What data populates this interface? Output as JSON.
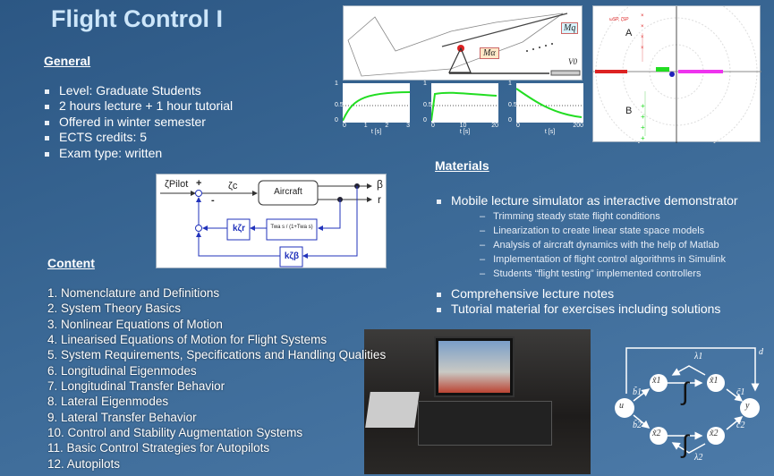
{
  "title": "Flight Control I",
  "general": {
    "heading": "General",
    "items": [
      "Level: Graduate Students",
      "2 hours lecture + 1 hour tutorial",
      "Offered in winter semester",
      "ECTS credits: 5",
      "Exam type: written"
    ]
  },
  "block_diagram": {
    "input": "ζPilot",
    "plus": "+",
    "minus": "-",
    "command": "ζc",
    "plant": "Aircraft",
    "out1": "β",
    "out2": "r",
    "washout": "Twa s / (1+Twa s)",
    "gain_r": "kζr",
    "gain_beta": "kζβ"
  },
  "content": {
    "heading": "Content",
    "items": [
      "1.  Nomenclature and Definitions",
      "2.  System Theory Basics",
      "3.  Nonlinear Equations of Motion",
      "4.  Linearised Equations of Motion for Flight Systems",
      "5.  System Requirements, Specifications and Handling Qualities",
      "6.  Longitudinal Eigenmodes",
      "7.  Longitudinal Transfer Behavior",
      "8.  Lateral Eigenmodes",
      "9.  Lateral Transfer Behavior",
      "10. Control and Stability Augmentation Systems",
      "11. Basic Control Strategies for Autopilots",
      "12. Autopilots"
    ]
  },
  "materials": {
    "heading": "Materials",
    "bullet1": "Mobile lecture simulator as interactive demonstrator",
    "sub": [
      "Trimming steady state flight conditions",
      "Linearization to create linear state space models",
      "Analysis of aircraft dynamics with the help of Matlab",
      "Implementation of flight control algorithms in Simulink",
      "Students “flight testing” implemented controllers"
    ],
    "bullet2": "Comprehensive lecture notes",
    "bullet3": "Tutorial material for exercises including solutions"
  },
  "aircraft_figure": {
    "m_alpha": "Mα",
    "m_q": "Mq",
    "v0": "V0"
  },
  "step_plots": [
    {
      "xticks": [
        "0",
        "1",
        "2",
        "3"
      ],
      "xlabel": "t [s]",
      "yticks": [
        "0",
        "0.5",
        "1"
      ]
    },
    {
      "xticks": [
        "0",
        "10",
        "20"
      ],
      "xlabel": "t [s]",
      "yticks": [
        "0",
        "0.5",
        "1"
      ]
    },
    {
      "xticks": [
        "0",
        "200"
      ],
      "xlabel": "t [s]",
      "yticks": [
        "0",
        "0.5",
        "1"
      ]
    }
  ],
  "root_locus": {
    "label_a": "A",
    "label_b": "B",
    "mode_label": "ωSP, ζSP"
  },
  "flow_graph": {
    "nodes": [
      "u",
      "x̃1",
      "x̃1",
      "x̃2",
      "x̃2",
      "y"
    ],
    "edges": [
      "b̃1",
      "b̃2",
      "c̃1",
      "c̃2",
      "λ1",
      "λ2",
      "d"
    ],
    "integral": "∫"
  },
  "colors": {
    "title": "#cde6fa",
    "bg": "#3a6895",
    "line_green": "#22dd22",
    "pole_red": "#dd2222",
    "pole_magenta": "#ee33ee",
    "diagram_blue": "#2233bb"
  }
}
